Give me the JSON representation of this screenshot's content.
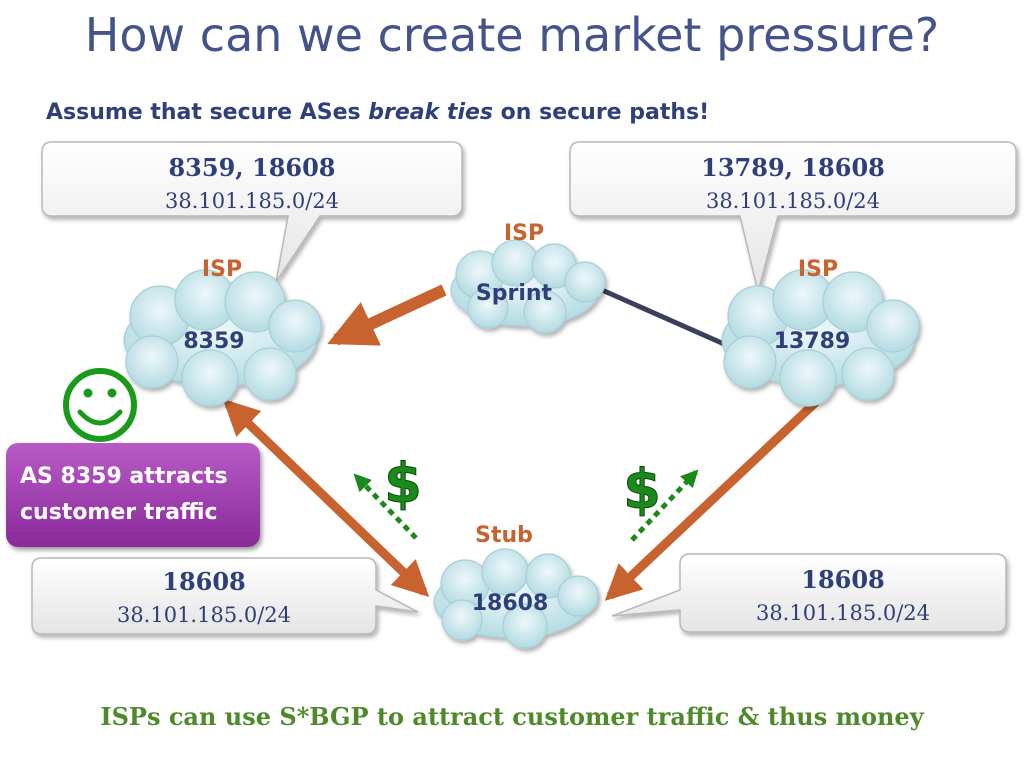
{
  "slide": {
    "title": "How can we create market pressure?",
    "subtitle_pre": "Assume that secure ASes ",
    "subtitle_em": "break ties",
    "subtitle_post": " on secure paths!",
    "footer": "ISPs can use S*BGP to attract customer traffic & thus money"
  },
  "nodes": {
    "sprint": {
      "role": "ISP",
      "name": "Sprint"
    },
    "as8359": {
      "role": "ISP",
      "name": "8359"
    },
    "as13789": {
      "role": "ISP",
      "name": "13789"
    },
    "as18608": {
      "role": "Stub",
      "name": "18608"
    }
  },
  "callouts": {
    "top_left": {
      "path": "8359, 18608",
      "prefix": "38.101.185.0/24"
    },
    "top_right": {
      "path": "13789, 18608",
      "prefix": "38.101.185.0/24"
    },
    "bottom_left": {
      "path": "18608",
      "prefix": "38.101.185.0/24"
    },
    "bottom_right": {
      "path": "18608",
      "prefix": "38.101.185.0/24"
    }
  },
  "attract_box": {
    "line1": "AS 8359 attracts",
    "line2": "customer traffic"
  },
  "money": {
    "left": "$",
    "right": "$"
  },
  "colors": {
    "title": "#44548a",
    "arrow": "#c8622e",
    "cloud": "#c7e7ec",
    "role_label": "#c8622e",
    "node_label": "#2e3f7a",
    "money": "#1a8a1a",
    "attract_box": "#9b3aab",
    "footer": "#4e8a2a",
    "smiley": "#1a9a1a"
  },
  "icons": {
    "smiley": "smiley-face-icon",
    "money": "dollar-sign-icon"
  }
}
